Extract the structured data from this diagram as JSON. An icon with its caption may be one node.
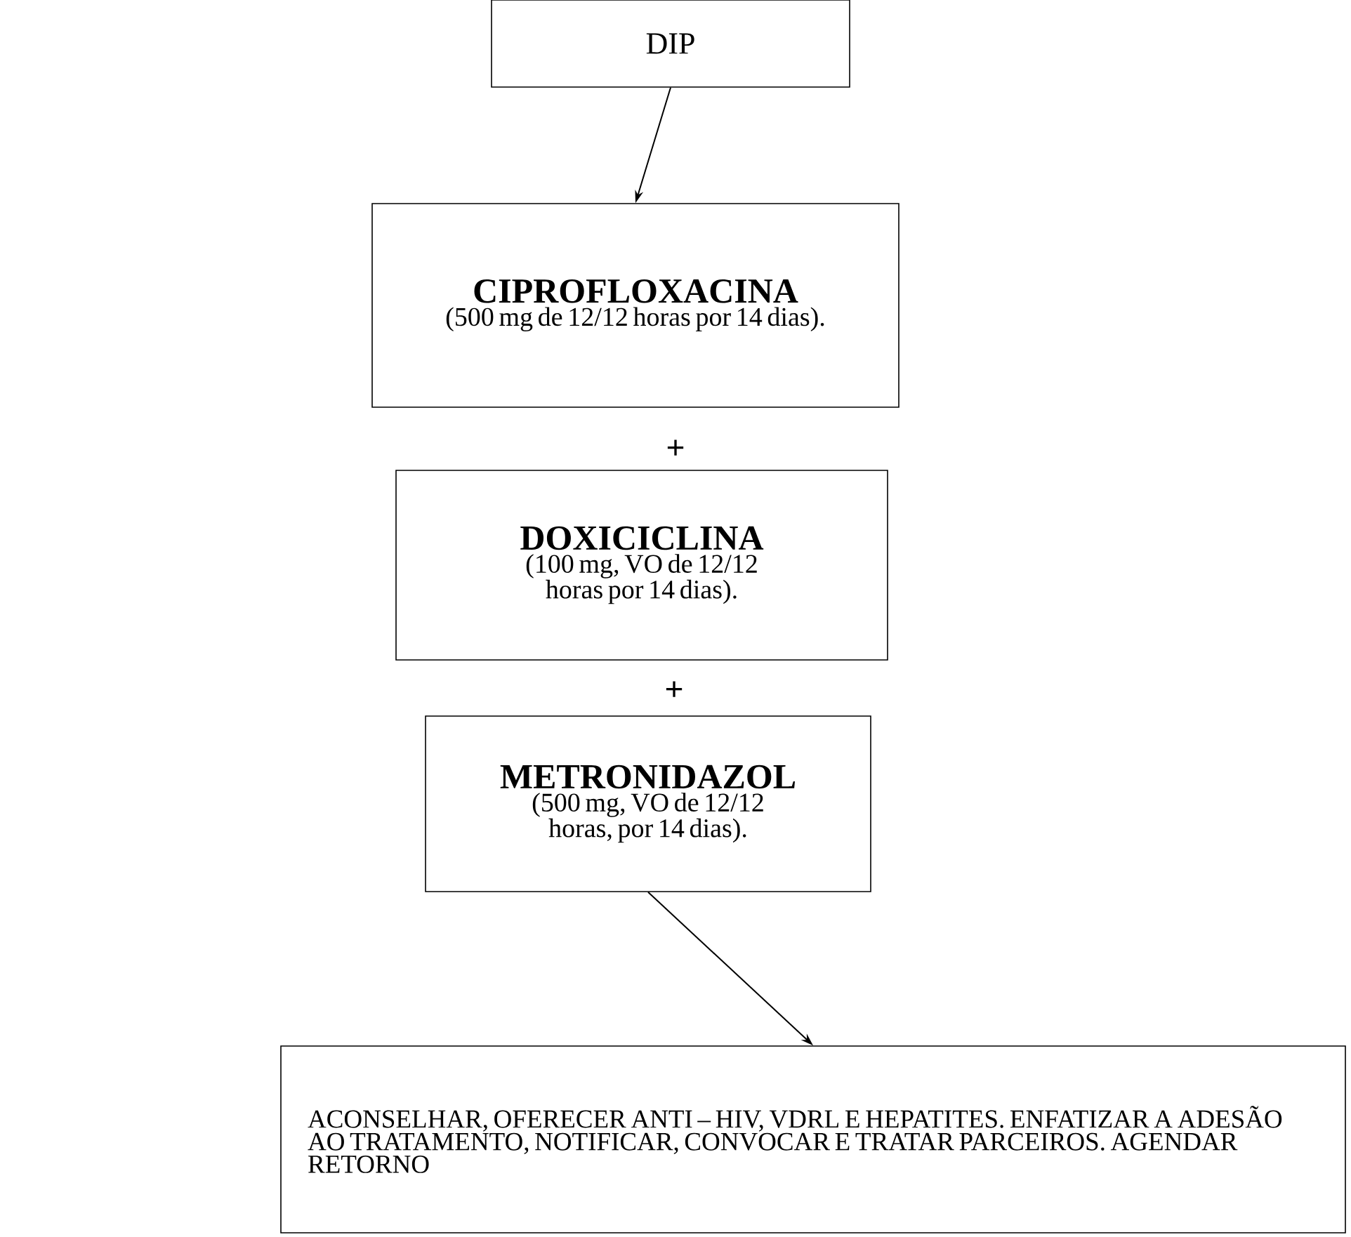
{
  "diagram": {
    "nodes": [
      {
        "text": [
          "DIP"
        ]
      },
      {
        "text": [
          "CIPROFLOXACINA",
          "(500 mg de 12/12 horas por 14 dias)."
        ]
      },
      {
        "text": [
          "DOXICICLINA",
          "(100 mg, VO de 12/12 horas por 14 dias)."
        ]
      },
      {
        "text": [
          "METRONIDAZOL",
          "(500 mg, VO de 12/12 horas, por 14 dias)."
        ]
      },
      {
        "text": [
          "ACONSELHAR, OFERECER ANTI – HIV, VDRL E HEPATITES. ENFATIZAR A ADESÃO AO TRATAMENTO, NOTIFICAR, CONVOCAR E TRATAR PARCEIROS. AGENDAR RETORNO"
        ]
      }
    ],
    "edges": [
      {
        "from": 0,
        "to": 1,
        "arrow": "to"
      },
      {
        "from": 3,
        "to": 4,
        "arrow": "to"
      }
    ],
    "labels": [
      "+",
      "+"
    ]
  }
}
